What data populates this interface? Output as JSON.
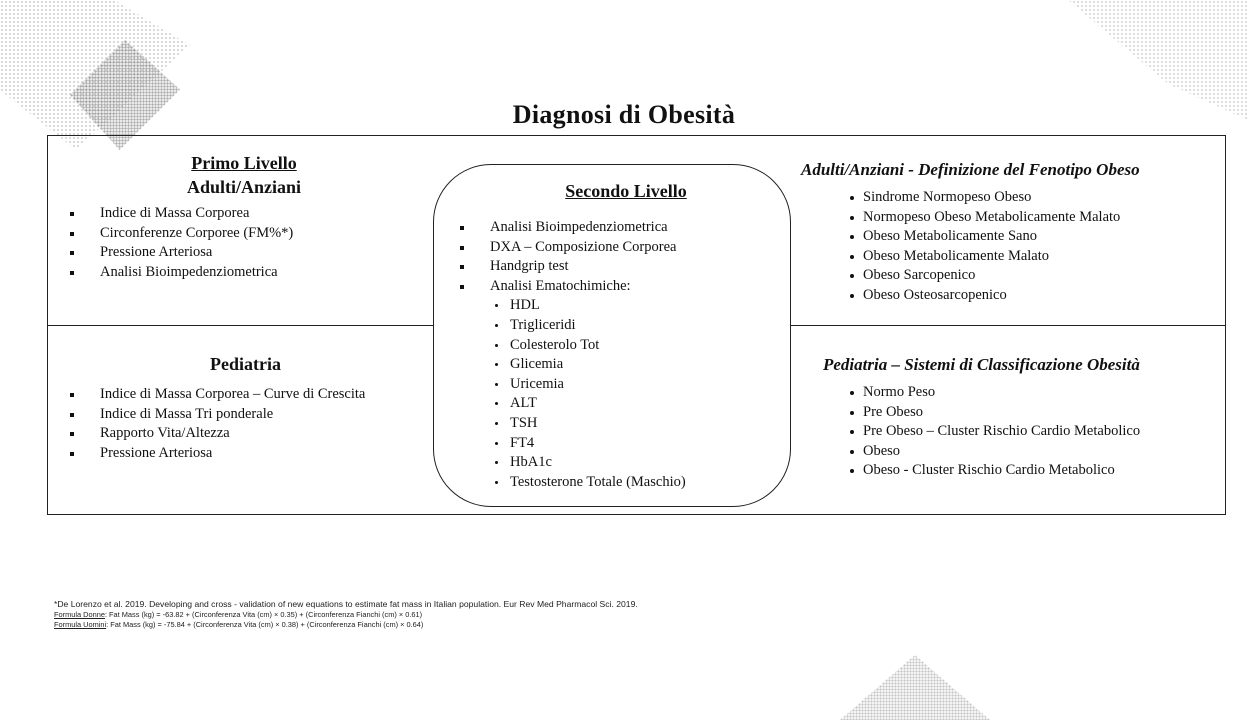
{
  "title": "Diagnosi di Obesità",
  "primo": {
    "heading": "Primo Livello",
    "subheading": "Adulti/Anziani",
    "items": [
      "Indice di Massa Corporea",
      "Circonferenze Corporee (FM%*)",
      "Pressione Arteriosa",
      "Analisi Bioimpedenziometrica"
    ]
  },
  "pediatria": {
    "heading": "Pediatria",
    "items": [
      "Indice di Massa Corporea – Curve di Crescita",
      "Indice di Massa Tri ponderale",
      "Rapporto Vita/Altezza",
      "Pressione Arteriosa"
    ]
  },
  "secondo": {
    "heading": "Secondo Livello",
    "items": [
      "Analisi Bioimpedenziometrica",
      "DXA – Composizione Corporea",
      "Handgrip test",
      "Analisi Ematochimiche:"
    ],
    "subitems": [
      "HDL",
      "Trigliceridi",
      "Colesterolo Tot",
      "Glicemia",
      "Uricemia",
      "ALT",
      "TSH",
      "FT4",
      "HbA1c",
      "Testosterone Totale (Maschio)"
    ]
  },
  "fenotipo": {
    "heading": "Adulti/Anziani - Definizione del Fenotipo Obeso",
    "items": [
      "Sindrome Normopeso Obeso",
      "Normopeso Obeso Metabolicamente Malato",
      "Obeso Metabolicamente Sano",
      "Obeso Metabolicamente Malato",
      "Obeso Sarcopenico",
      "Obeso Osteosarcopenico"
    ]
  },
  "classificazione": {
    "heading": "Pediatria – Sistemi di Classificazione Obesità",
    "items": [
      "Normo Peso",
      "Pre Obeso",
      "Pre Obeso – Cluster Rischio Cardio Metabolico",
      "Obeso",
      "Obeso - Cluster Rischio Cardio Metabolico"
    ]
  },
  "footnote": {
    "reference": "*De Lorenzo et al. 2019. Developing and cross - validation of new equations to estimate fat mass in Italian population. Eur Rev Med Pharmacol Sci. 2019.",
    "donne_label": "Formula Donne",
    "donne_text": ": Fat Mass (kg) = -63.82 + (Circonferenza Vita (cm) × 0.35) + (Circonferenza Fianchi (cm) × 0.61)",
    "uomini_label": "Formula Uomini",
    "uomini_text": ": Fat Mass (kg) = -75.84 + (Circonferenza Vita (cm) × 0.38) + (Circonferenza Fianchi (cm) × 0.64)"
  }
}
